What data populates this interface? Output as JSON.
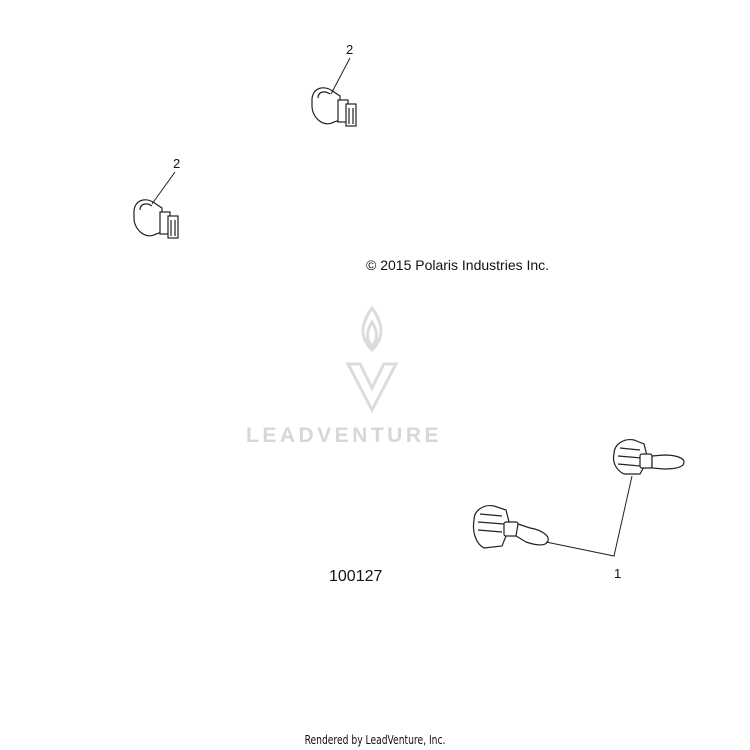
{
  "callouts": [
    {
      "label": "2"
    },
    {
      "label": "2"
    },
    {
      "label": "1"
    }
  ],
  "copyright": "© 2015 Polaris Industries Inc.",
  "part_number": "100127",
  "watermark": {
    "text": "LEADVENTURE",
    "color": "#d7d7d7"
  },
  "footer": "Rendered by LeadVenture, Inc."
}
